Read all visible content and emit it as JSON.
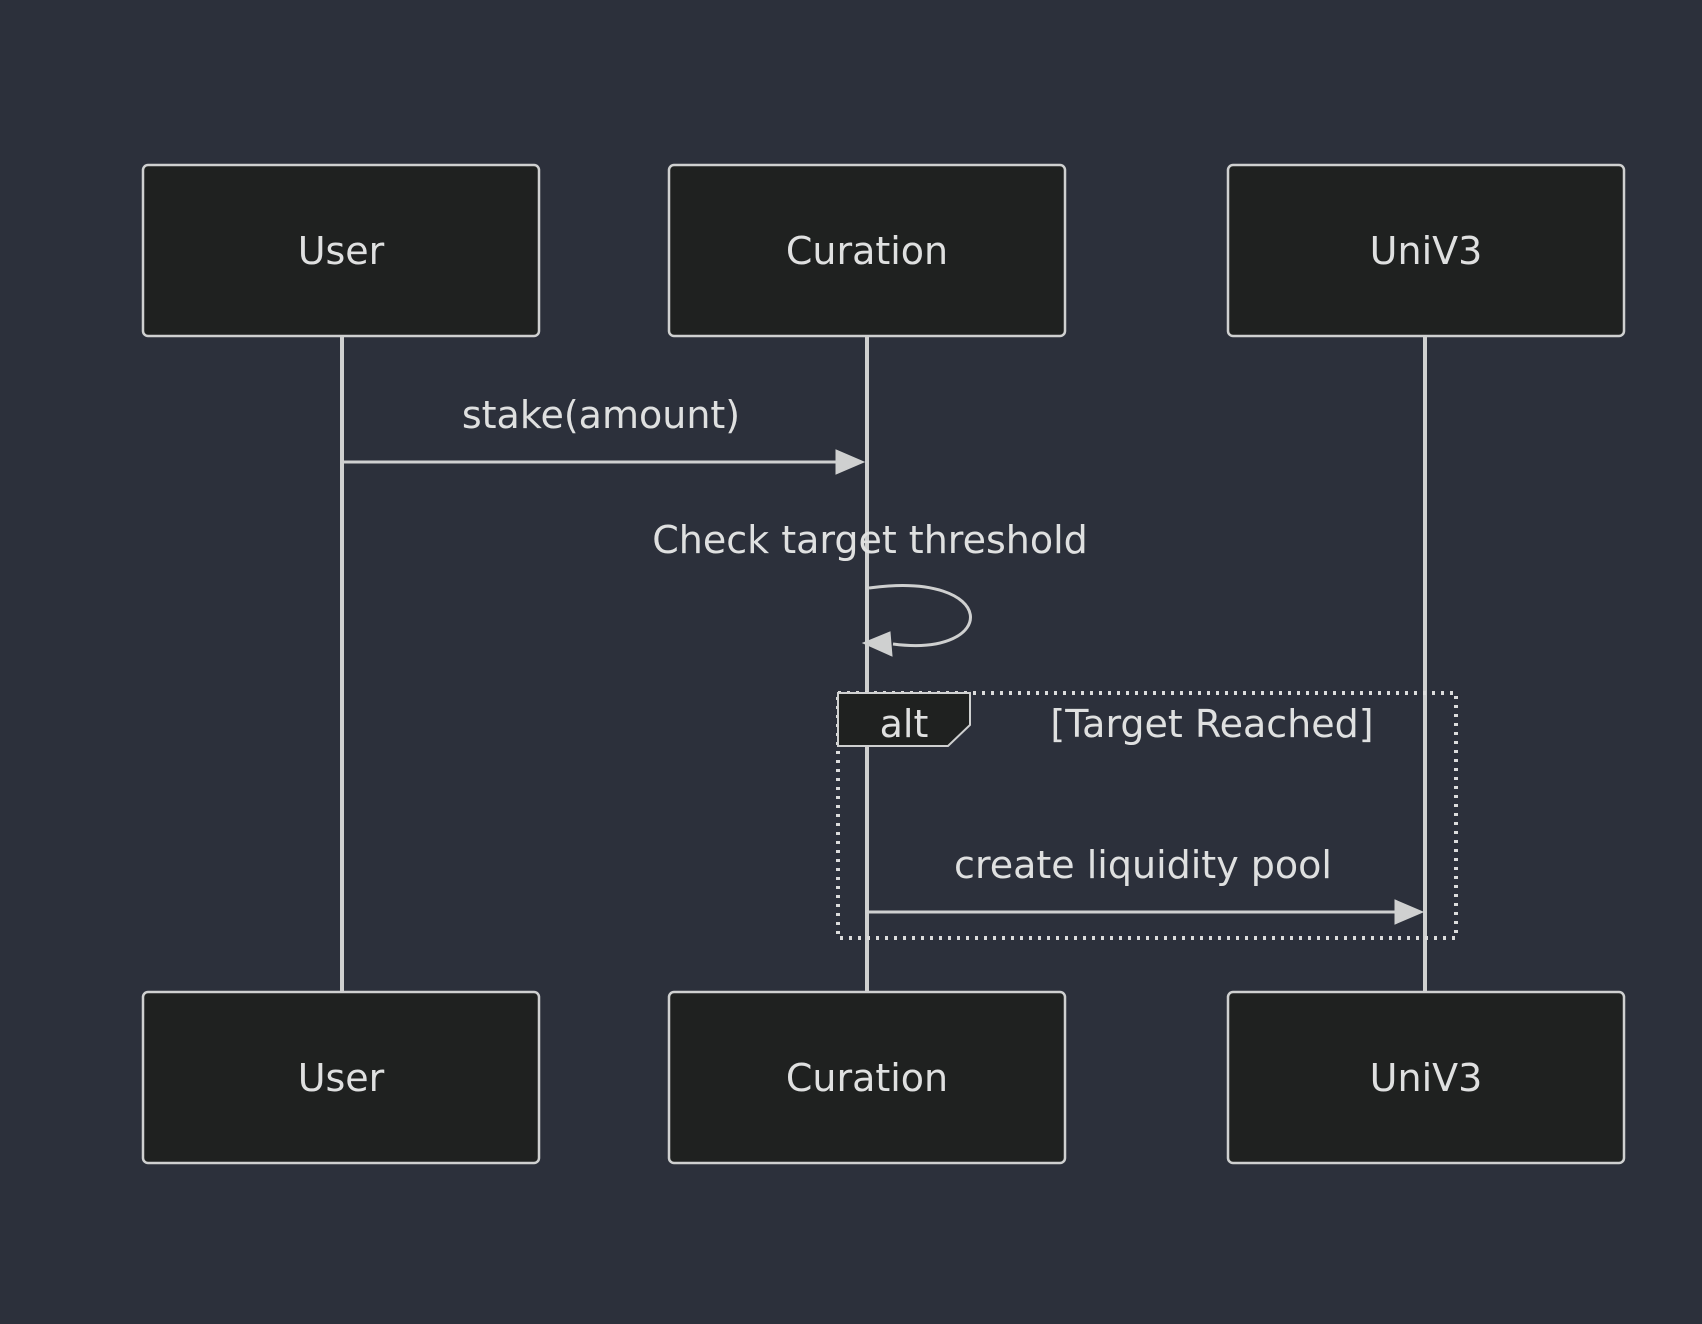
{
  "participants": {
    "user": "User",
    "curation": "Curation",
    "univ3": "UniV3"
  },
  "messages": {
    "stake": "stake(amount)",
    "check": "Check target threshold",
    "create_pool": "create liquidity pool"
  },
  "alt_block": {
    "keyword": "alt",
    "condition": "[Target Reached]"
  }
}
